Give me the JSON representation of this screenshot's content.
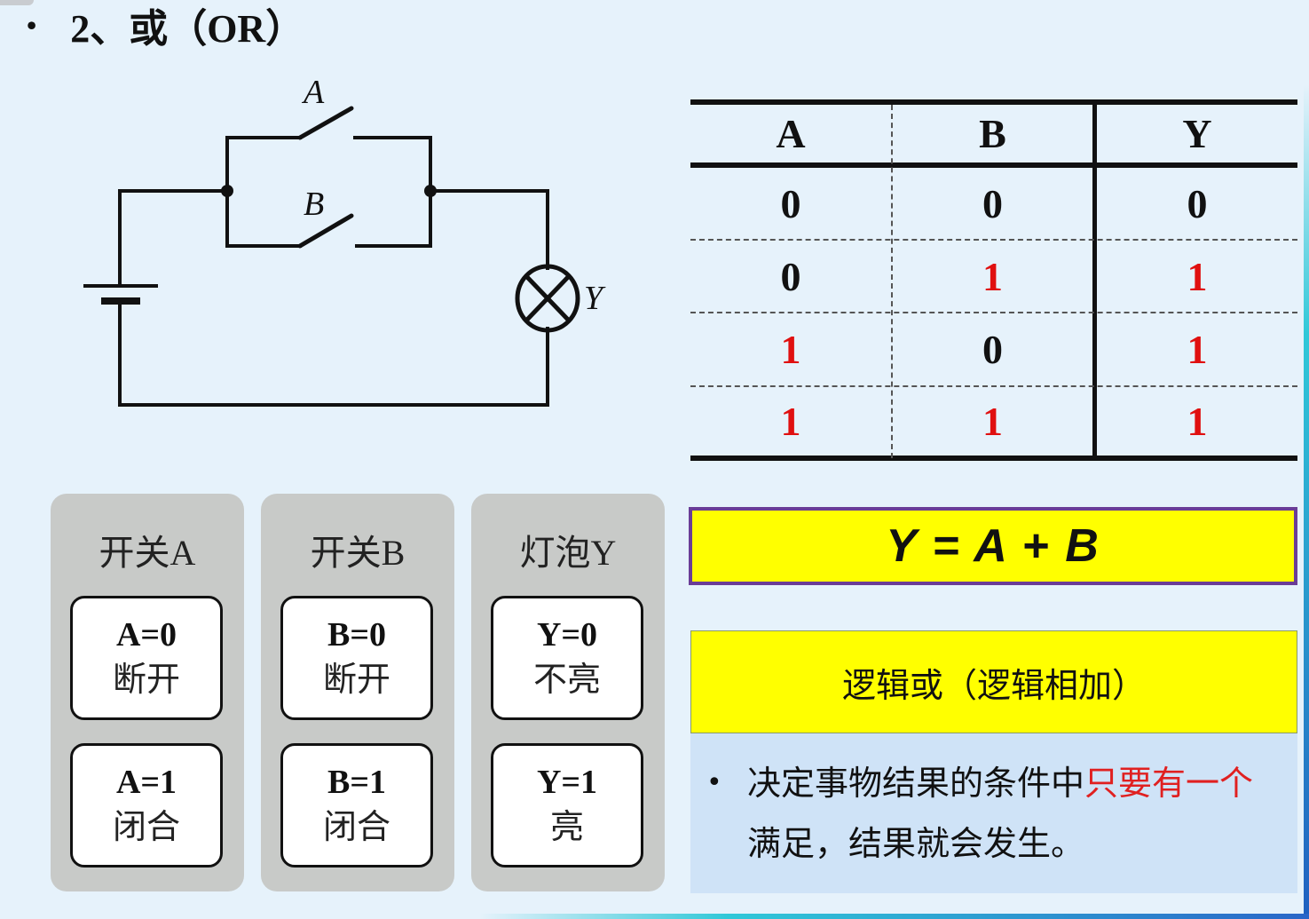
{
  "title": {
    "bullet": "•",
    "text": "2、或（OR）"
  },
  "circuit": {
    "switch_a_label": "A",
    "switch_b_label": "B",
    "lamp_label": "Y",
    "icons": [
      "battery-icon",
      "switch-icon",
      "lamp-icon",
      "junction-dot-icon"
    ]
  },
  "truth_table": {
    "headers": [
      "A",
      "B",
      "Y"
    ],
    "rows": [
      {
        "A": "0",
        "B": "0",
        "Y": "0"
      },
      {
        "A": "0",
        "B": "1",
        "Y": "1"
      },
      {
        "A": "1",
        "B": "0",
        "Y": "1"
      },
      {
        "A": "1",
        "B": "1",
        "Y": "1"
      }
    ],
    "highlight_color": "#e01010"
  },
  "cards": [
    {
      "title": "开关A",
      "states": [
        {
          "value": "A=0",
          "text": "断开"
        },
        {
          "value": "A=1",
          "text": "闭合"
        }
      ]
    },
    {
      "title": "开关B",
      "states": [
        {
          "value": "B=0",
          "text": "断开"
        },
        {
          "value": "B=1",
          "text": "闭合"
        }
      ]
    },
    {
      "title": "灯泡Y",
      "states": [
        {
          "value": "Y=0",
          "text": "不亮"
        },
        {
          "value": "Y=1",
          "text": "亮"
        }
      ]
    }
  ],
  "formula": {
    "text": "Y = A + B",
    "background": "#ffff00",
    "border": "#6a3d96"
  },
  "logic_name": {
    "text": "逻辑或（逻辑相加）"
  },
  "description": {
    "bullet": "•",
    "part1": "决定事物结果的条件中",
    "part2_red": "只要有一个",
    "part3": "满足，结果就会发生。"
  }
}
